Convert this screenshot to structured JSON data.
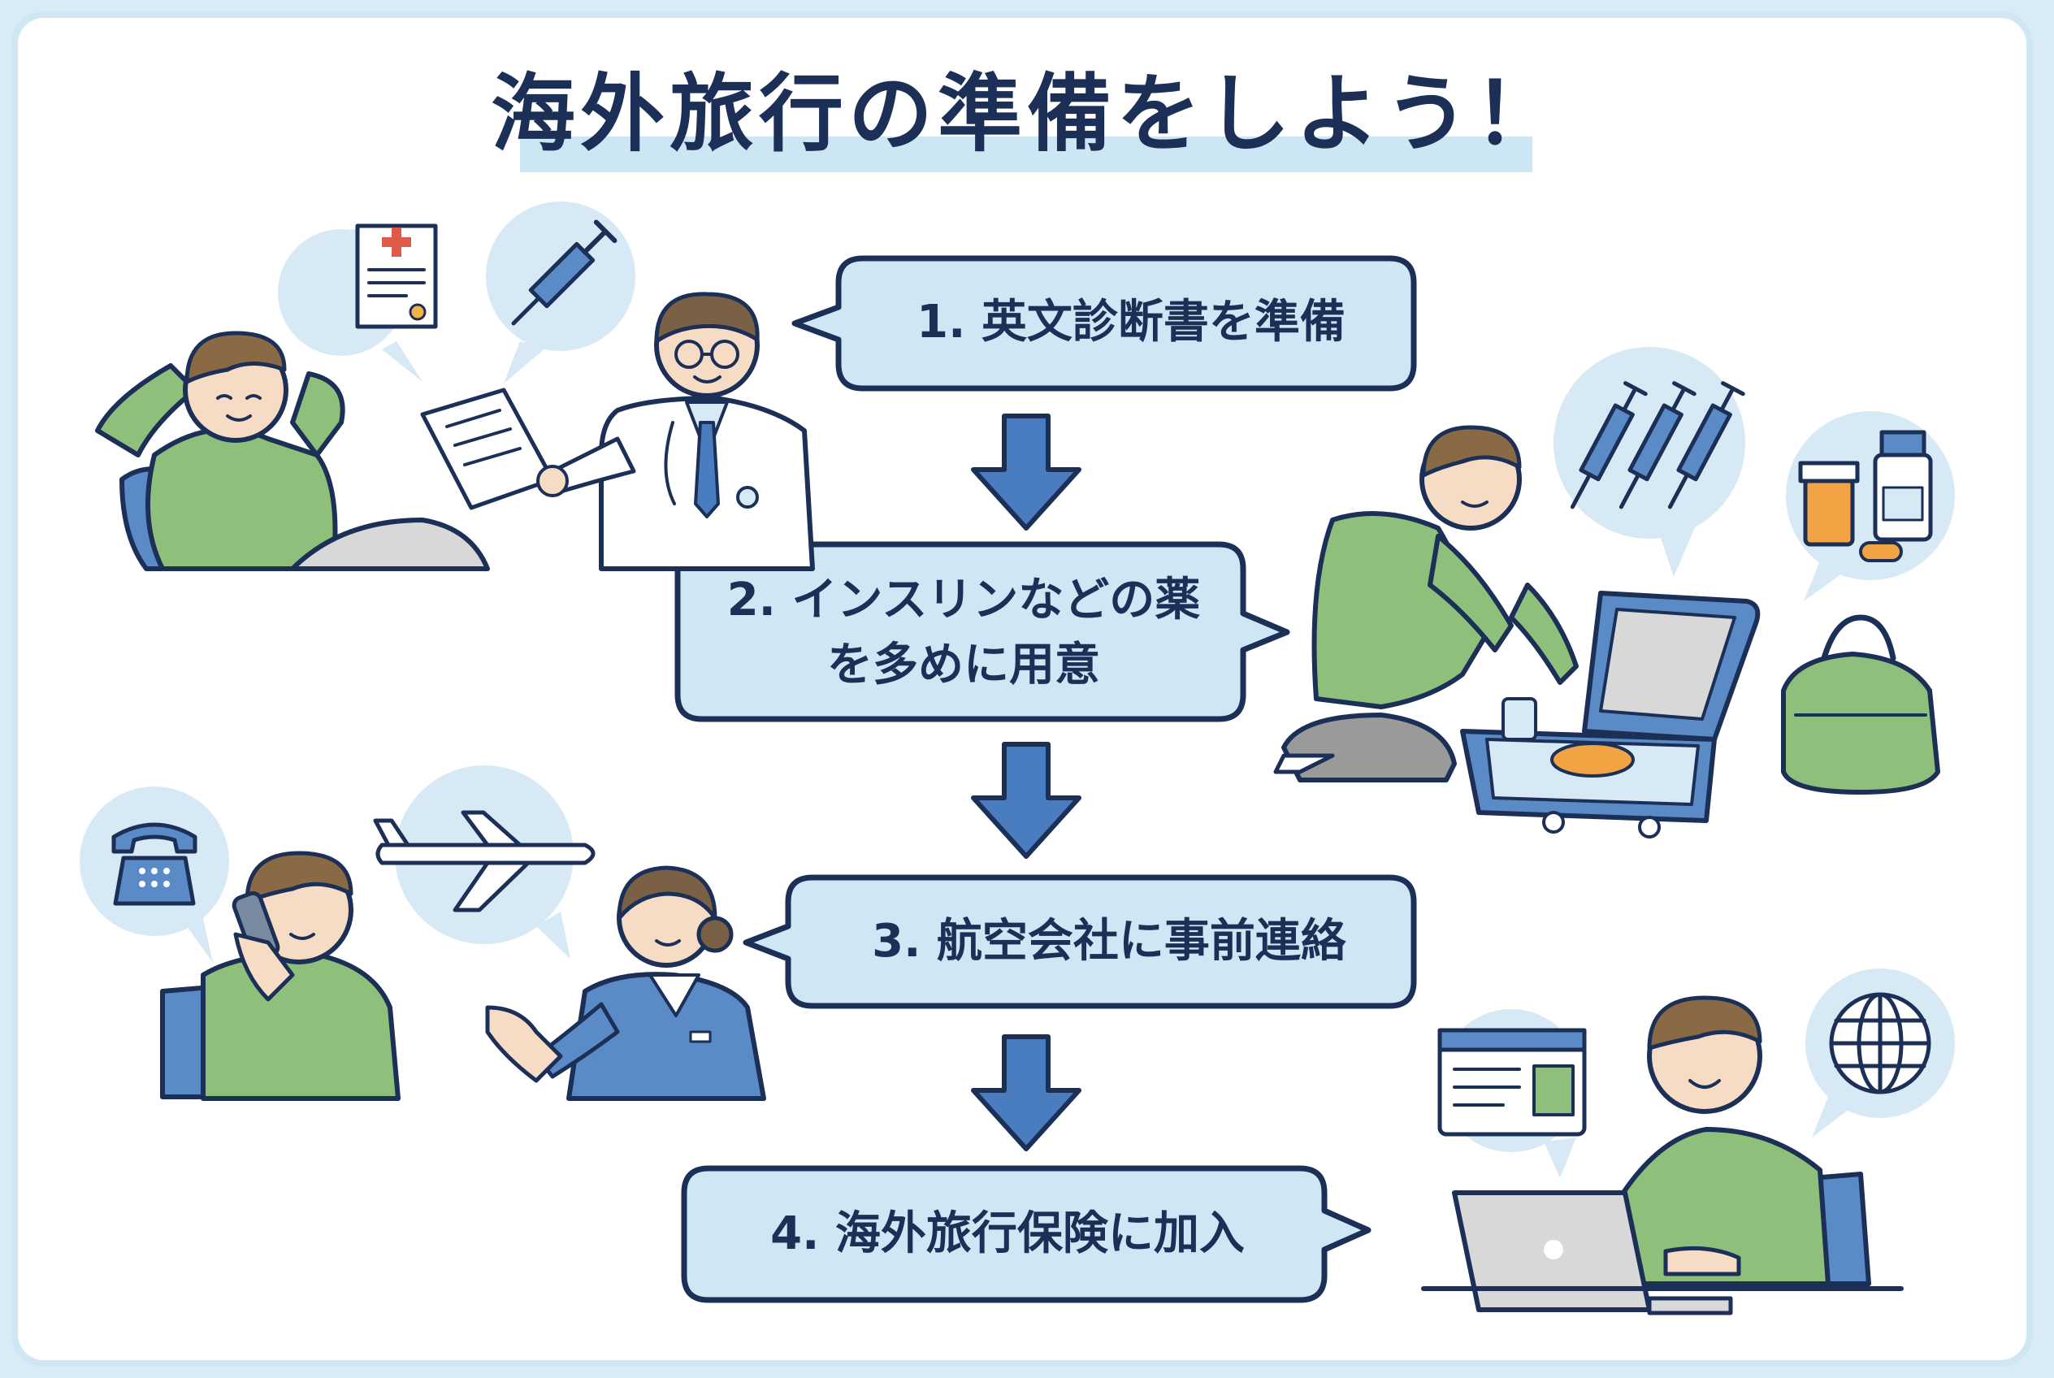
{
  "title": "海外旅行の準備をしよう！",
  "steps": [
    {
      "label": "1. 英文診断書を準備"
    },
    {
      "label_line1": "2. インスリンなどの薬",
      "label_line2": "を多めに用意"
    },
    {
      "label": "3. 航空会社に事前連絡"
    },
    {
      "label": "4. 海外旅行保険に加入"
    }
  ],
  "colors": {
    "navy": "#1b2f57",
    "bubble_fill": "#cfe6f4",
    "arrow_blue": "#4a7dc0",
    "shirt_green": "#8ec07c",
    "suit_blue": "#5b8bc6",
    "background": "#d9ecf6"
  },
  "icons": [
    "medical-certificate-icon",
    "syringe-icon",
    "syringes-icon",
    "medicine-bottles-icon",
    "telephone-icon",
    "airplane-icon",
    "id-card-icon",
    "globe-icon"
  ]
}
